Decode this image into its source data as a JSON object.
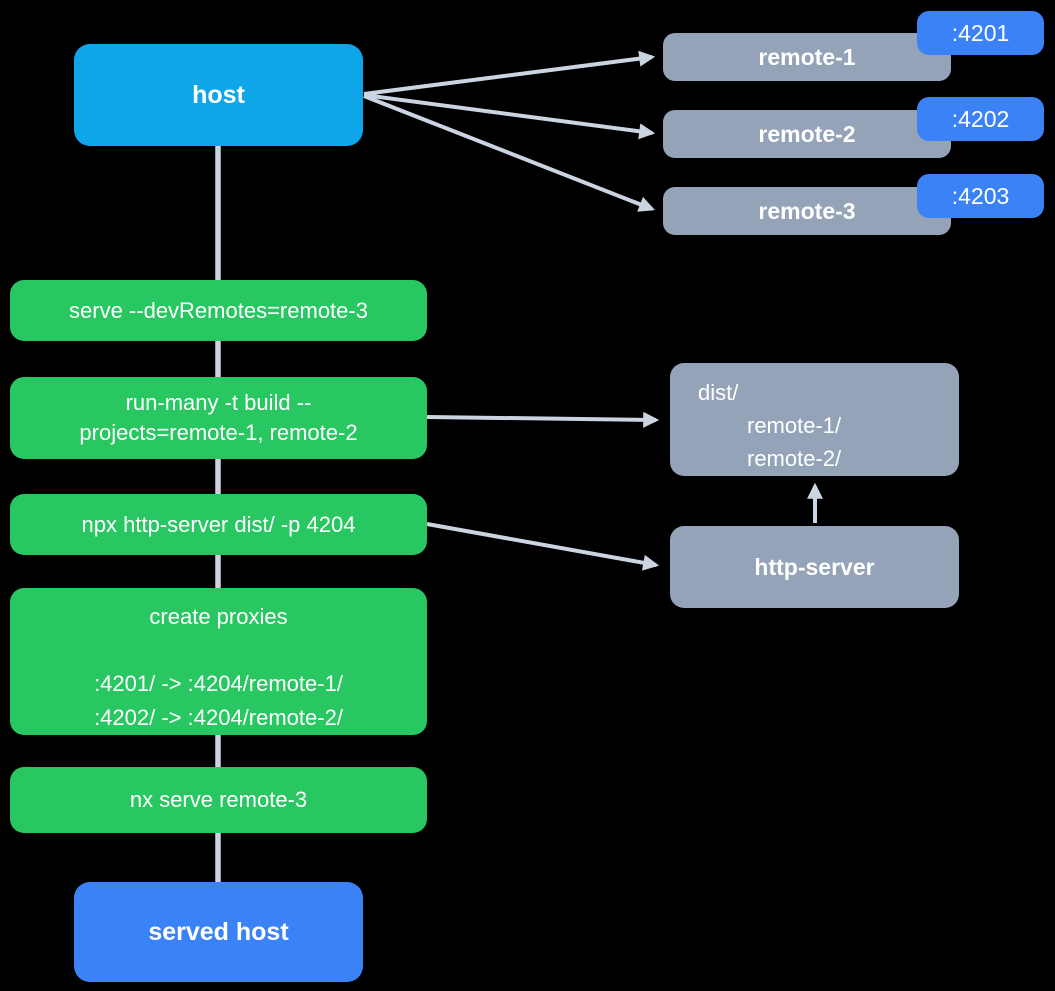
{
  "colors": {
    "background": "#000000",
    "host": "#0ea5e9",
    "accent": "#3b82f6",
    "remote": "#94a3b8",
    "green": "#28c762",
    "arrow": "#cbd5e1",
    "text": "#ffffff"
  },
  "nodes": {
    "host": {
      "label": "host"
    },
    "served_host": {
      "label": "served host"
    },
    "remotes": [
      {
        "label": "remote-1",
        "port": ":4201"
      },
      {
        "label": "remote-2",
        "port": ":4202"
      },
      {
        "label": "remote-3",
        "port": ":4203"
      }
    ],
    "dist": {
      "line1": "dist/",
      "line2": "remote-1/",
      "line3": "remote-2/"
    },
    "http_server": {
      "label": "http-server"
    }
  },
  "commands": {
    "serve": {
      "line1": "serve --devRemotes=remote-3"
    },
    "run_many": {
      "line1": "run-many -t build --",
      "line2": "projects=remote-1, remote-2"
    },
    "http_server": {
      "line1": "npx http-server dist/ -p 4204"
    },
    "create_proxies": {
      "title": "create proxies",
      "proxy1": ":4201/ -> :4204/remote-1/",
      "proxy2": ":4202/ -> :4204/remote-2/"
    },
    "nx_serve": {
      "line1": "nx serve remote-3"
    }
  }
}
